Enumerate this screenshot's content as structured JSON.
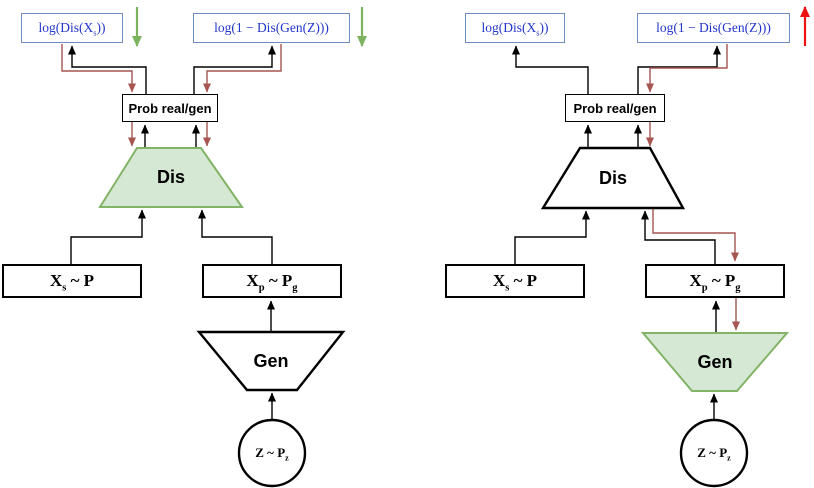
{
  "colors": {
    "formula_text": "#2336cc",
    "formula_box_border": "#6c8ebf",
    "network_highlight_fill": "#d5e8d4",
    "network_highlight_stroke": "#82b366",
    "backprop_arrow": "#a65550",
    "feedforward_arrow": "#000000",
    "trend_down_green": "#7cb35e",
    "trend_up_red": "#ee1111"
  },
  "icons": {
    "left_loss_real_trend": "green-down-arrow",
    "left_loss_gen_trend": "green-down-arrow",
    "right_loss_gen_trend": "red-up-arrow"
  },
  "panels": [
    {
      "loss_real": {
        "pre": "log(Dis(X",
        "sub": "s",
        "post": "))"
      },
      "loss_gen": {
        "pre": "log(1 − Dis(Gen(Z)))",
        "sub": "",
        "post": ""
      },
      "prob_label": "Prob real/gen",
      "dis_label": "Dis",
      "gen_label": "Gen",
      "real_sample": {
        "pre": "X",
        "sub": "s",
        "mid": " ~ P",
        "sub2": ""
      },
      "gen_sample": {
        "pre": "X",
        "sub": "p",
        "mid": " ~ P",
        "sub2": "g"
      },
      "noise": {
        "pre": "Z ~ P",
        "sub": "z"
      }
    },
    {
      "loss_real": {
        "pre": "log(Dis(X",
        "sub": "s",
        "post": "))"
      },
      "loss_gen": {
        "pre": "log(1 − Dis(Gen(Z)))",
        "sub": "",
        "post": ""
      },
      "prob_label": "Prob real/gen",
      "dis_label": "Dis",
      "gen_label": "Gen",
      "real_sample": {
        "pre": "X",
        "sub": "s",
        "mid": " ~ P",
        "sub2": ""
      },
      "gen_sample": {
        "pre": "X",
        "sub": "p",
        "mid": " ~ P",
        "sub2": "g"
      },
      "noise": {
        "pre": "Z ~ P",
        "sub": "z"
      }
    }
  ]
}
